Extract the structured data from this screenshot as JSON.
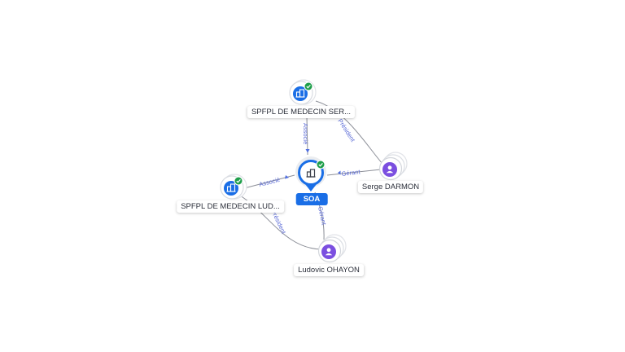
{
  "nodes": {
    "center": {
      "label": "SOA",
      "type": "company",
      "verified": true
    },
    "spfpl_top": {
      "label": "SPFPL DE MEDECIN SER...",
      "type": "company",
      "verified": true
    },
    "spfpl_left": {
      "label": "SPFPL DE MEDECIN LUD...",
      "type": "company",
      "verified": true
    },
    "serge": {
      "label": "Serge DARMON",
      "type": "person"
    },
    "ludovic": {
      "label": "Ludovic OHAYON",
      "type": "person"
    }
  },
  "edges": {
    "top_center": "Associé",
    "left_center": "Associé",
    "serge_center": "Gérant",
    "ludovic_center": "Gérant",
    "top_serge": "Président",
    "left_ludovic": "Président"
  },
  "icons": {
    "company": "building-icon",
    "person": "person-icon",
    "verified": "check-badge-icon"
  },
  "colors": {
    "company_blue": "#1a6ee6",
    "person_purple": "#7b4fe0",
    "verified_green": "#1e9e4a",
    "edge_label": "#5b6bd6"
  }
}
